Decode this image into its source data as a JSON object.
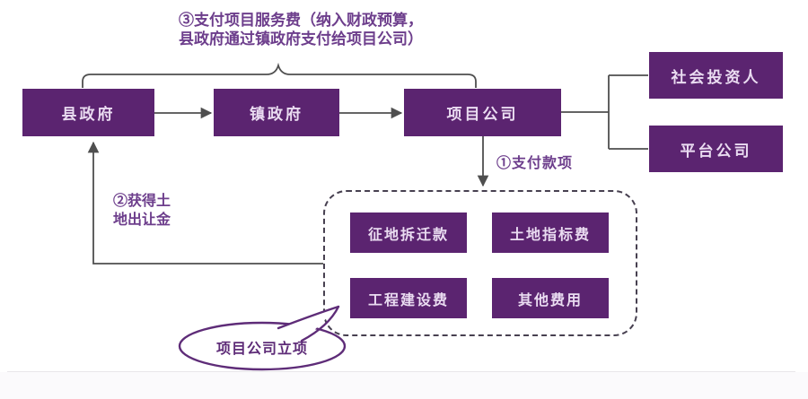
{
  "diagram": {
    "top_note": "③支付项目服务费（纳入财政预算，\n县政府通过镇政府支付给项目公司）",
    "nodes": {
      "county_gov": "县政府",
      "town_gov": "镇政府",
      "project_company": "项目公司",
      "social_investor": "社会投资人",
      "platform_company": "平台公司"
    },
    "flow_labels": {
      "pay_items": "①支付款项",
      "land_transfer_fee": "②获得土\n地出让金"
    },
    "cost_items": [
      "征地拆迁款",
      "土地指标费",
      "工程建设费",
      "其他费用"
    ],
    "bubble_label": "项目公司立项",
    "colors": {
      "node_fill": "#5b2470",
      "node_text": "#eadcf1",
      "label_text": "#6d3e8c",
      "connector": "#4f4f4f",
      "dashed_border": "#474050",
      "bubble_stroke": "#5e2c78"
    }
  }
}
